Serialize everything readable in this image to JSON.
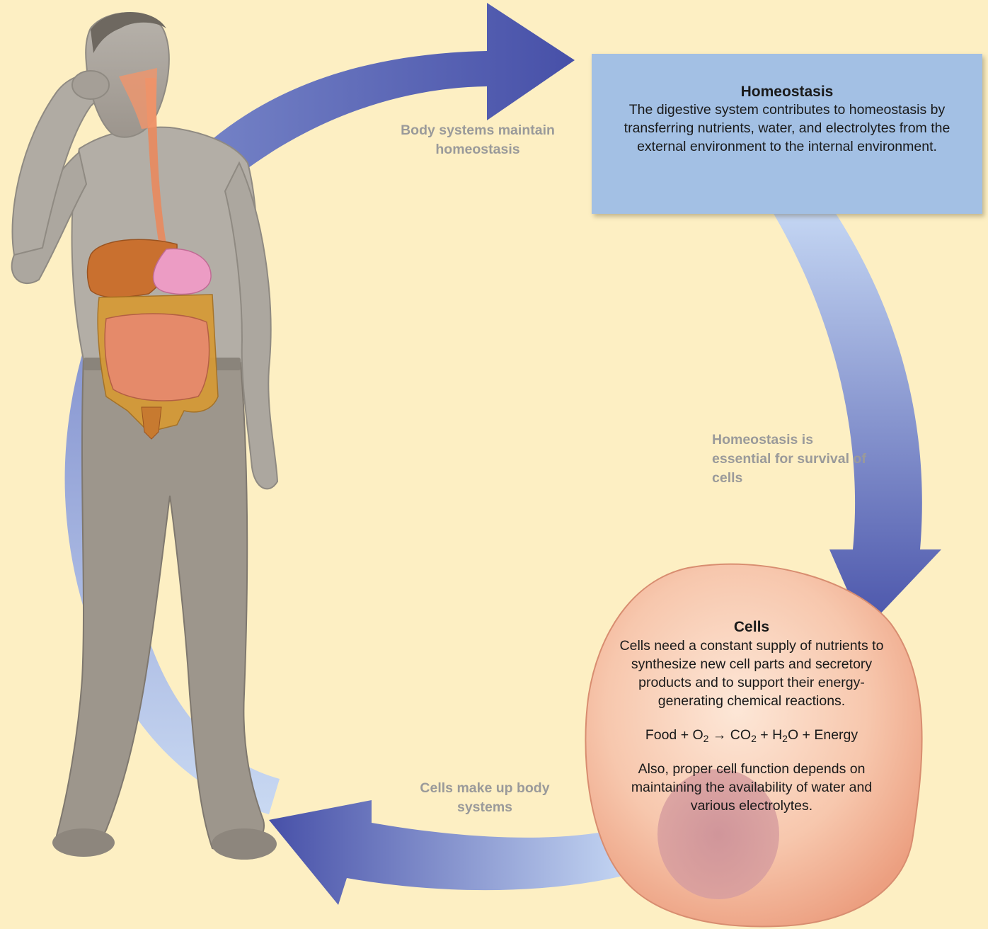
{
  "homeostasis": {
    "title": "Homeostasis",
    "body": "The digestive system contributes to homeostasis by transferring nutrients, water, and electrolytes from the external environment to the internal environment."
  },
  "arrows": {
    "body_systems": "Body systems maintain homeostasis",
    "homeostasis_essential": "Homeostasis is essential for survival of cells",
    "cells_make_up": "Cells make up body systems"
  },
  "cells": {
    "title": "Cells",
    "body": "Cells need a constant supply of nutrients to synthesize new cell parts and secretory products and to support their energy-generating chemical reactions.",
    "equation": {
      "food": "Food + O",
      "sub1": "2",
      "arrow": " → CO",
      "sub2": "2",
      "h2o": " + H",
      "sub3": "2",
      "rest": "O + Energy"
    },
    "extra": "Also, proper cell function depends on maintaining the availability of water and various electrolytes."
  },
  "colors": {
    "background": "#fdefc3",
    "box": "#a3c0e4",
    "arrow_dark": "#4750a8",
    "arrow_light": "#c4d6f3",
    "cell": "#f3b49a",
    "label_gray": "#9a9a9a"
  }
}
